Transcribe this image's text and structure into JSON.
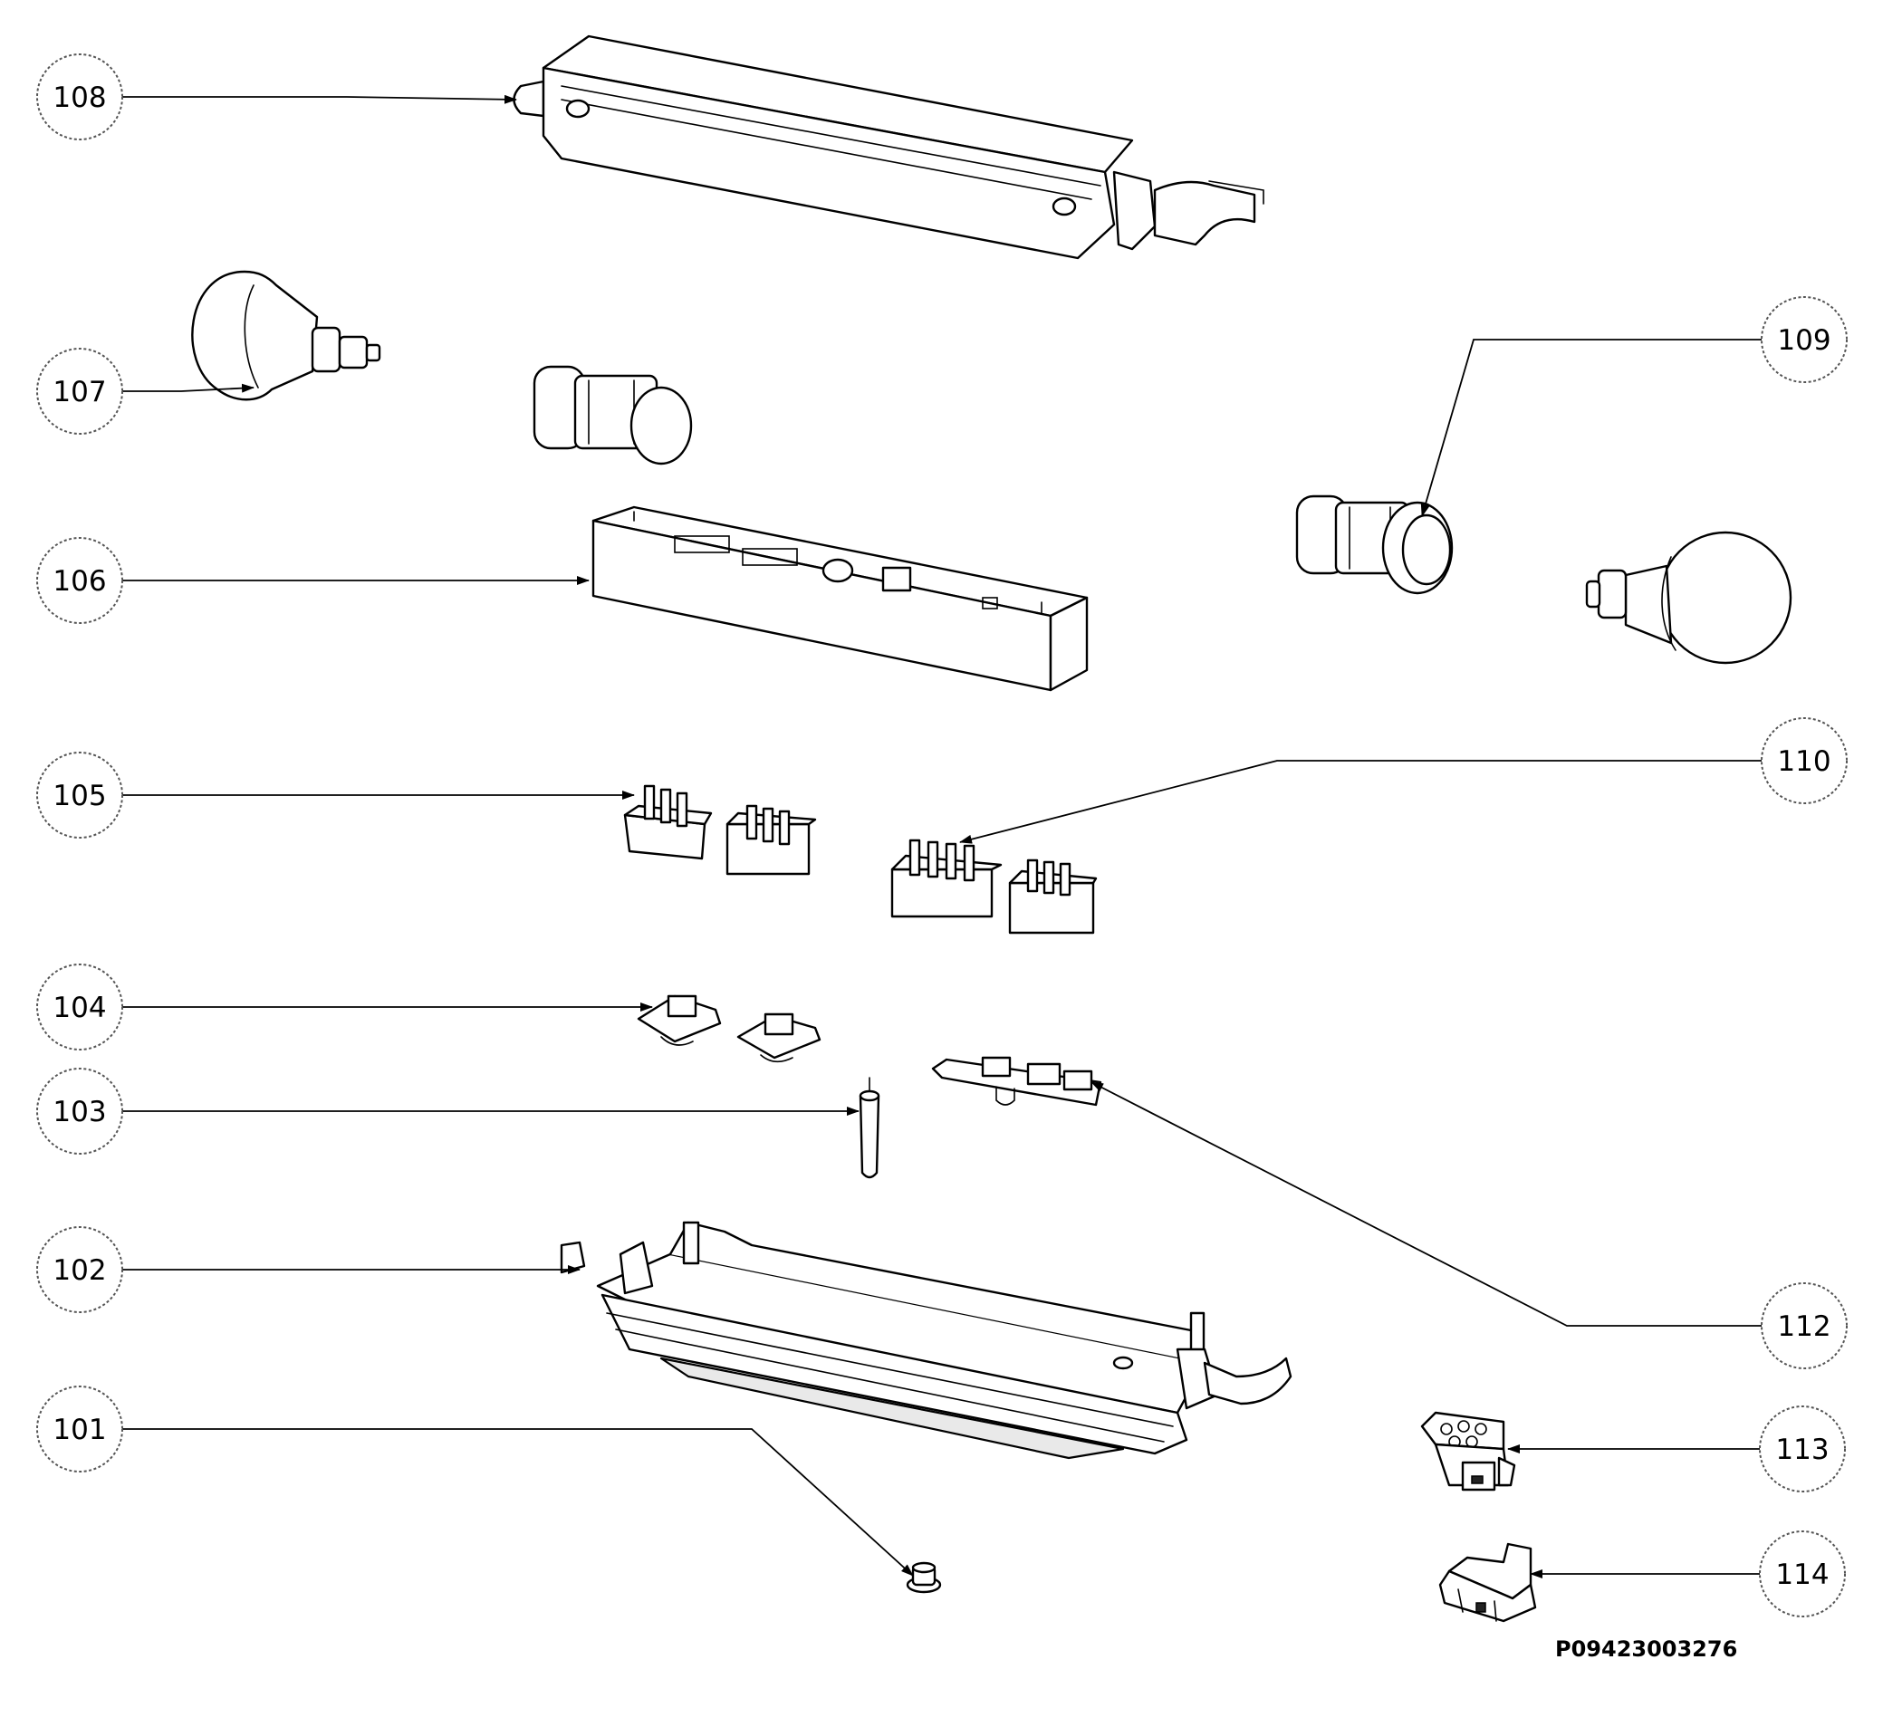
{
  "callouts": {
    "c101": "101",
    "c102": "102",
    "c103": "103",
    "c104": "104",
    "c105": "105",
    "c106": "106",
    "c107": "107",
    "c108": "108",
    "c109": "109",
    "c110": "110",
    "c112": "112",
    "c113": "113",
    "c114": "114"
  },
  "drawing_ref": "P09423003276"
}
